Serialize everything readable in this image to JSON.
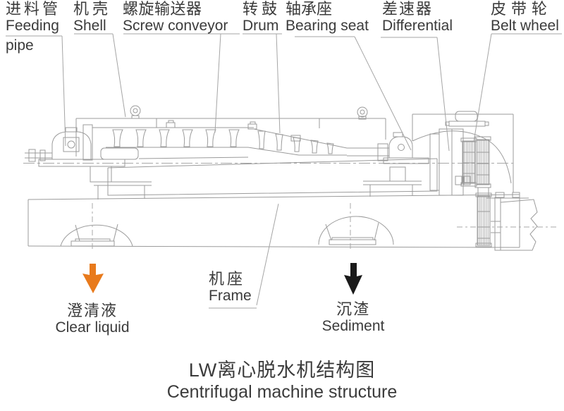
{
  "diagram_title": {
    "zh": "LW离心脱水机结构图",
    "en": "Centrifugal machine structure"
  },
  "part_labels": {
    "feeding_pipe": {
      "zh": "进料管",
      "en_line1": "Feeding",
      "en_line2": "pipe"
    },
    "shell": {
      "zh": "机壳",
      "en": "Shell"
    },
    "screw_conveyor": {
      "zh": "螺旋输送器",
      "en": "Screw conveyor"
    },
    "drum": {
      "zh": "转鼓",
      "en": "Drum"
    },
    "bearing_seat": {
      "zh": "轴承座",
      "en": "Bearing seat"
    },
    "differential": {
      "zh": "差速器",
      "en": "Differential"
    },
    "belt_wheel": {
      "zh": "皮带轮",
      "en": "Belt wheel"
    },
    "frame": {
      "zh": "机座",
      "en": "Frame"
    }
  },
  "flow_labels": {
    "clear_liquid": {
      "zh": "澄清液",
      "en": "Clear liquid",
      "arrow_color": "#e87a1c",
      "arrow_direction": "down"
    },
    "sediment": {
      "zh": "沉渣",
      "en": "Sediment",
      "arrow_color": "#1a1a1a",
      "arrow_direction": "down"
    }
  },
  "colors": {
    "background": "#ffffff",
    "drawing_line": "#9b9b9b",
    "label_text": "#3b3b3b",
    "clear_liquid_arrow": "#e87a1c",
    "sediment_arrow": "#1a1a1a"
  }
}
